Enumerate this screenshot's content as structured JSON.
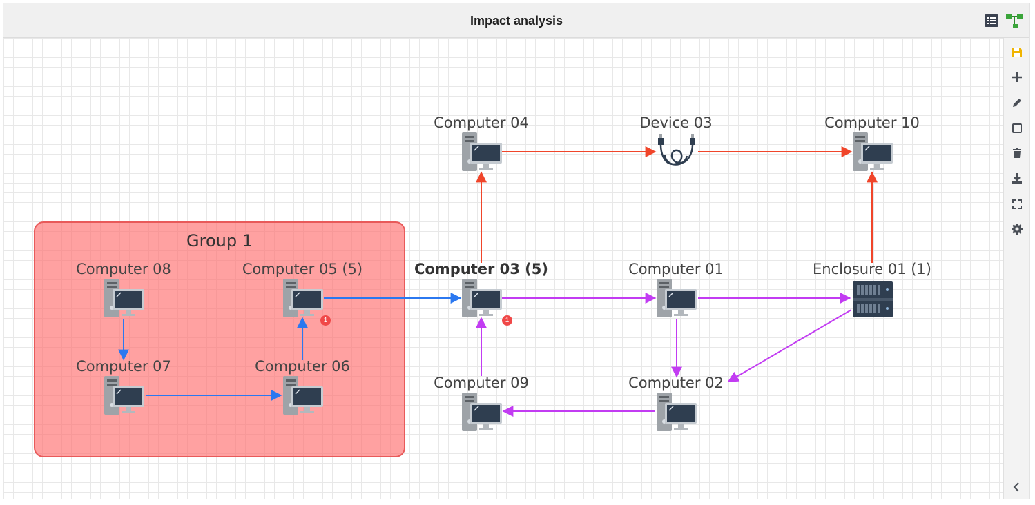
{
  "header": {
    "title": "Impact analysis"
  },
  "icons": {
    "list_view": "list-icon",
    "graph_view": "graph-tree-icon"
  },
  "toolbar": {
    "buttons": [
      "save-icon",
      "plus-icon",
      "pencil-icon",
      "square-icon",
      "trash-icon",
      "download-icon",
      "expand-icon",
      "gear-icon"
    ],
    "collapse": "chevron-left-icon"
  },
  "colors": {
    "red_edge": "#f0452a",
    "purple_edge": "#c23cf2",
    "blue_edge": "#2b78f0",
    "group_fill": "#ff6e6e",
    "badge": "#f04848"
  },
  "group": {
    "label": "Group 1"
  },
  "nodes": {
    "computer04": {
      "label": "Computer 04"
    },
    "device03": {
      "label": "Device 03"
    },
    "computer10": {
      "label": "Computer 10"
    },
    "computer08": {
      "label": "Computer 08"
    },
    "computer05": {
      "label": "Computer 05 (5)",
      "badge": "1"
    },
    "computer03": {
      "label": "Computer 03 (5)",
      "badge": "1"
    },
    "computer01": {
      "label": "Computer 01"
    },
    "enclosure01": {
      "label": "Enclosure 01 (1)"
    },
    "computer07": {
      "label": "Computer 07"
    },
    "computer06": {
      "label": "Computer 06"
    },
    "computer09": {
      "label": "Computer 09"
    },
    "computer02": {
      "label": "Computer 02"
    }
  }
}
